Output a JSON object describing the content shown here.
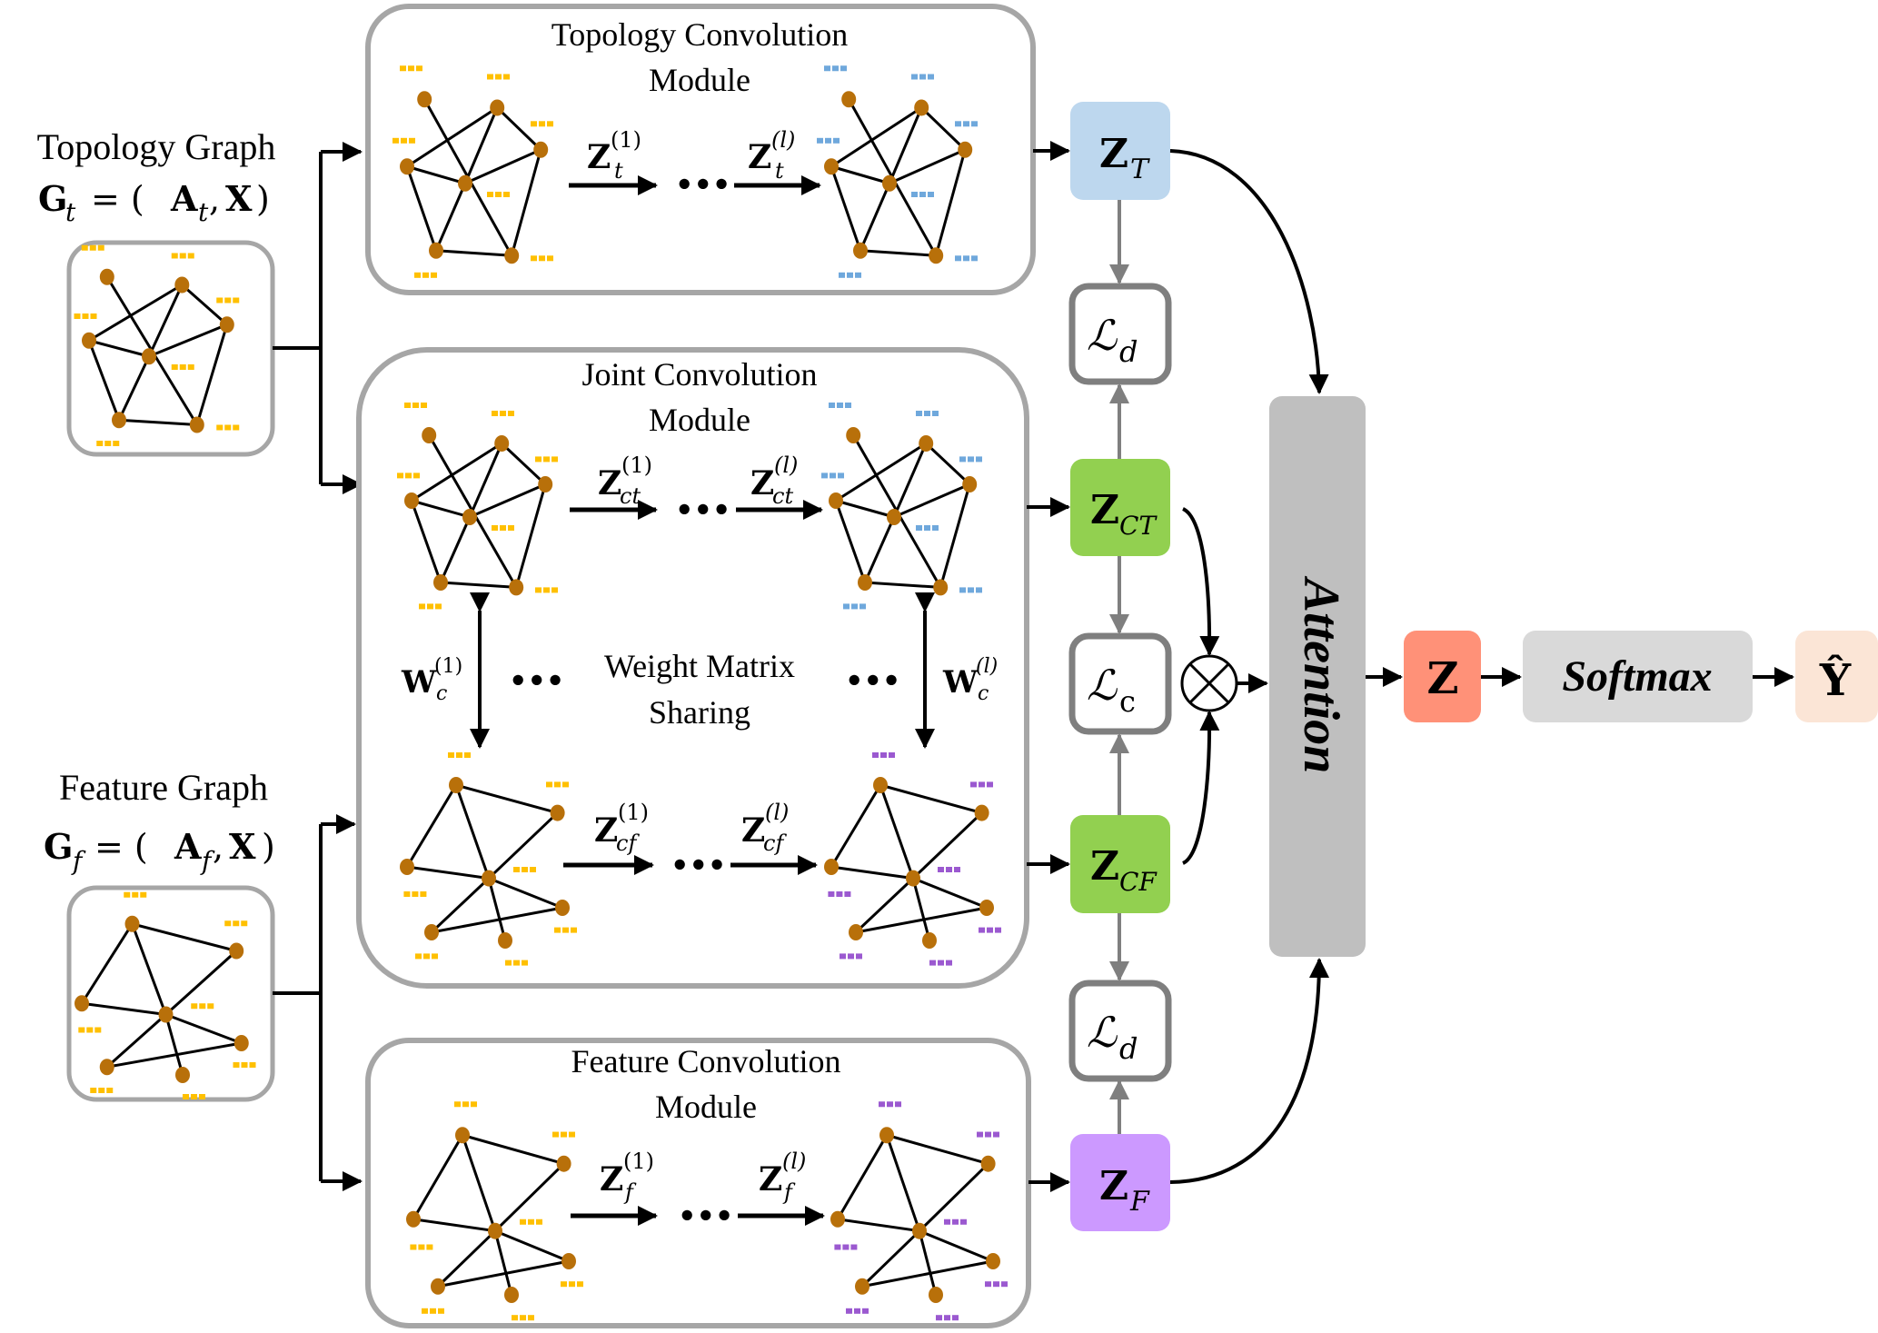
{
  "inputs": {
    "topology": {
      "label": "Topology Graph",
      "formula_main": "G",
      "formula_sub": "t",
      "formula_rhs_A": "A",
      "formula_rhs_sub": "t",
      "formula_rhs_X": "X"
    },
    "feature": {
      "label": "Feature Graph",
      "formula_main": "G",
      "formula_sub": "f",
      "formula_rhs_A": "A",
      "formula_rhs_sub": "f",
      "formula_rhs_X": "X"
    }
  },
  "modules": {
    "topology": {
      "title_line1": "Topology Convolution",
      "title_line2": "Module",
      "z1_main": "Z",
      "z1_sup": "(1)",
      "z1_sub": "t",
      "zl_main": "Z",
      "zl_sup": "(l)",
      "zl_sub": "t",
      "ellipsis": "•••"
    },
    "joint": {
      "title_line1": "Joint Convolution",
      "title_line2": "Module",
      "top": {
        "z1_main": "Z",
        "z1_sup": "(1)",
        "z1_sub": "ct",
        "zl_main": "Z",
        "zl_sup": "(l)",
        "zl_sub": "ct",
        "ellipsis": "•••"
      },
      "bottom": {
        "z1_main": "Z",
        "z1_sup": "(1)",
        "z1_sub": "cf",
        "zl_main": "Z",
        "zl_sup": "(l)",
        "zl_sub": "cf",
        "ellipsis": "•••"
      },
      "sharing": {
        "line1": "Weight Matrix",
        "line2": "Sharing",
        "w1_main": "W",
        "w1_sup": "(1)",
        "w1_sub": "c",
        "wl_main": "W",
        "wl_sup": "(l)",
        "wl_sub": "c",
        "ellipsis": "•••"
      }
    },
    "feature": {
      "title_line1": "Feature Convolution",
      "title_line2": "Module",
      "z1_main": "Z",
      "z1_sup": "(1)",
      "z1_sub": "f",
      "zl_main": "Z",
      "zl_sup": "(l)",
      "zl_sub": "f",
      "ellipsis": "•••"
    }
  },
  "outputs": {
    "zt": {
      "main": "Z",
      "sub": "T",
      "color": "#bdd7ee"
    },
    "ld_top": {
      "main": "ℒ",
      "sub": "d"
    },
    "zct": {
      "main": "Z",
      "sub": "CT",
      "color": "#92d050"
    },
    "lc": {
      "main": "ℒ",
      "sub": "c"
    },
    "zcf": {
      "main": "Z",
      "sub": "CF",
      "color": "#92d050"
    },
    "ld_bottom": {
      "main": "ℒ",
      "sub": "d"
    },
    "zf": {
      "main": "Z",
      "sub": "F",
      "color": "#cc99ff"
    },
    "combine_symbol": "⊗",
    "attention": {
      "label": "Attention",
      "color": "#bfbfbf"
    },
    "z": {
      "label": "Z",
      "color": "#ff9178"
    },
    "softmax": {
      "label": "Softmax",
      "color": "#d9d9d9"
    },
    "yhat": {
      "label": "Ŷ",
      "color": "#fbe5d6"
    }
  },
  "colors": {
    "node": "#b8700a",
    "feat_input": "#ffc000",
    "feat_topology_out": "#6fa8dc",
    "feat_feature_out": "#9b59d0",
    "module_border": "#a6a6a6",
    "loss_border": "#7f7f7f"
  }
}
